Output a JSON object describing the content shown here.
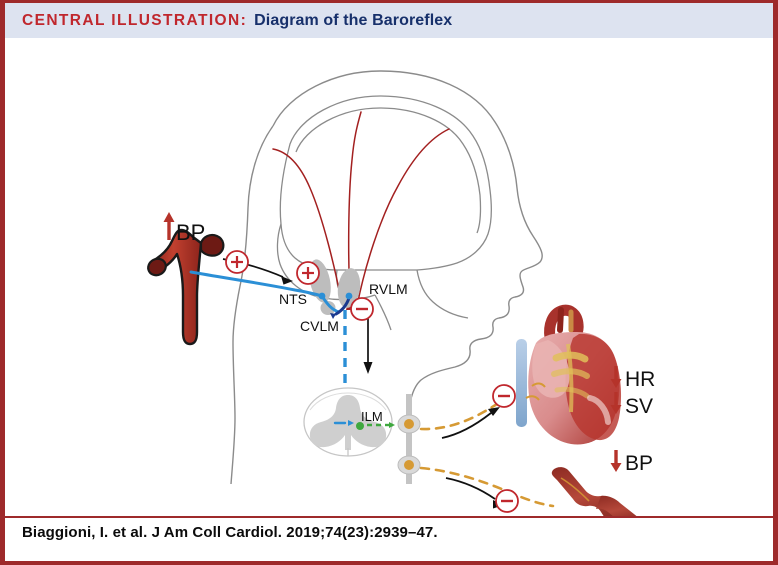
{
  "header": {
    "eyebrow": "CENTRAL ILLUSTRATION:",
    "title": "Diagram of the Baroreflex",
    "eyebrow_color": "#c0272d",
    "title_color": "#17306b",
    "band_color": "#dde3f0",
    "frame_color": "#9e2a2b"
  },
  "citation": {
    "text": "Biaggioni, I. et al. J Am Coll Cardiol. 2019;74(23):2939–47."
  },
  "figure": {
    "alt": "Diagram of the baroreflex arc from carotid baroreceptors through brainstem nuclei to heart and vasculature",
    "colors": {
      "artery_fill": "#b5332a",
      "artery_dark": "#7d1f18",
      "afferent_blue": "#2b8fd6",
      "efferent_blue_dark": "#1b3a8f",
      "sympathetic_orange": "#d69a34",
      "brain_outline": "#8b8b8b",
      "cortical_red": "#a32020",
      "nucleus_gray": "#bdbdbd",
      "arrow_black": "#111111",
      "sign_red": "#c0272d",
      "down_arrow_red": "#b5332a"
    },
    "labels": {
      "bp_up": "BP",
      "nts": "NTS",
      "cvlm": "CVLM",
      "rvlm": "RVLM",
      "ilm": "ILM",
      "hr_down": "HR",
      "sv_down": "SV",
      "bp_down": "BP"
    },
    "signs": {
      "plus_carotid": "+",
      "plus_nts": "+",
      "minus_rvlm": "−",
      "minus_heart": "−",
      "minus_vessel": "−"
    },
    "arrows": {
      "up_glyph": "↑",
      "down_glyph": "↓"
    }
  }
}
